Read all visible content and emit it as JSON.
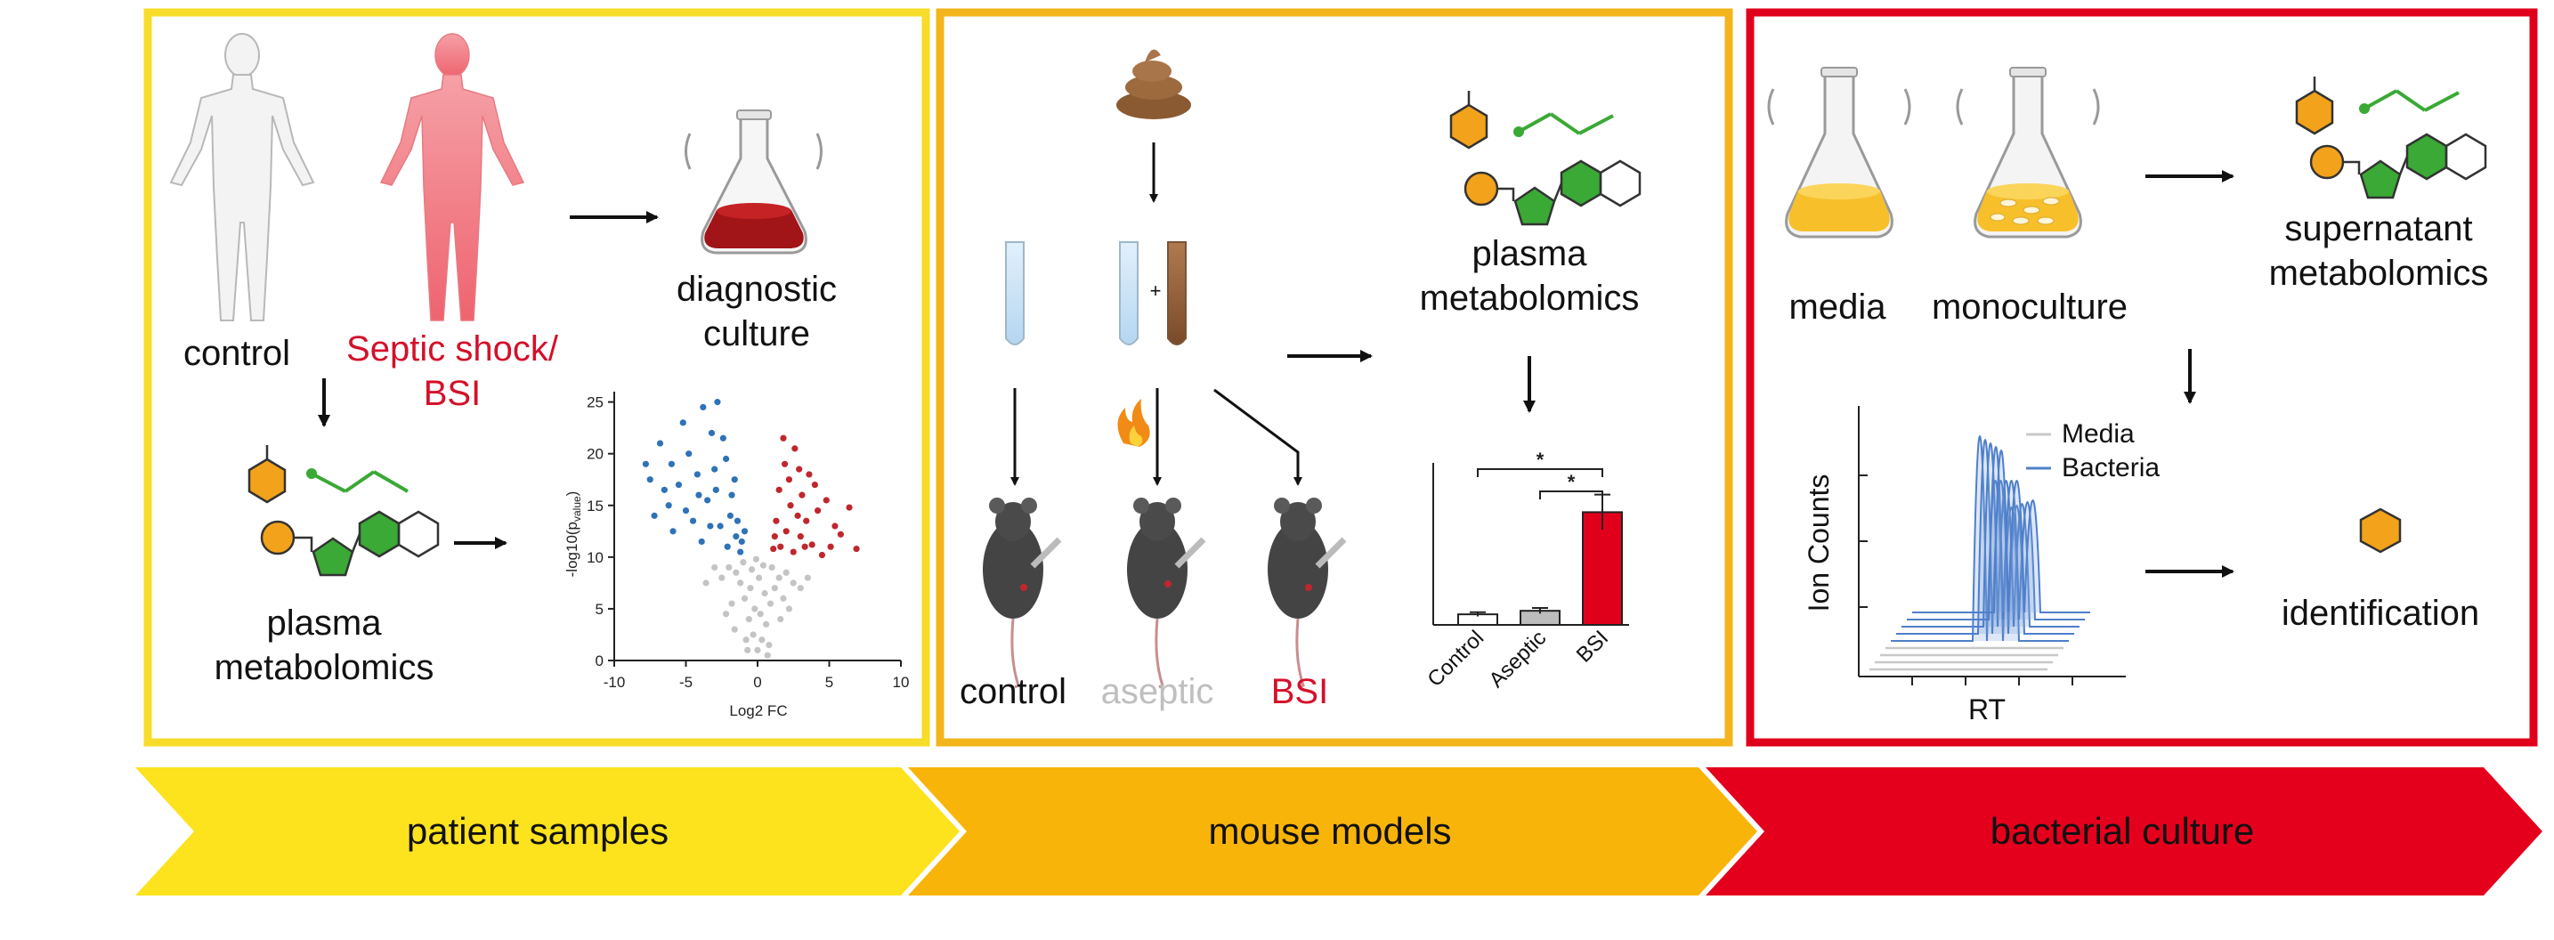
{
  "colors": {
    "patient_yellow": "#f7dc2a",
    "mouse_orange": "#f3b51b",
    "bacterial_red": "#e1001b",
    "arrow_yellow": "#fde21e",
    "arrow_orange": "#f9b409",
    "arrow_red": "#e4001c",
    "septic_text": "#d4102a",
    "aseptic_text": "#bfbfbf",
    "bsi_text": "#d4102a",
    "volcano_blue": "#2f72b8",
    "volcano_red": "#c0272d",
    "volcano_grey": "#c4c4c4",
    "metab_orange": "#f3a21b",
    "metab_green": "#3aa935",
    "bar_red": "#e1001b",
    "media_line": "#c8c8c8",
    "bacteria_line": "#4f7fc9"
  },
  "icons": [
    "human-silhouette-icon",
    "flask-icon",
    "stool-icon",
    "test-tube-icon",
    "flame-icon",
    "mouse-icon",
    "syringe-icon",
    "metabolite-structure-icon"
  ],
  "panel_patient": {
    "label_control": "control",
    "label_septic_line1": "Septic shock/",
    "label_septic_line2": "BSI",
    "label_culture_line1": "diagnostic",
    "label_culture_line2": "culture",
    "label_metab_line1": "plasma",
    "label_metab_line2": "metabolomics"
  },
  "panel_mouse": {
    "label_control": "control",
    "label_aseptic": "aseptic",
    "label_bsi": "BSI",
    "plus_sign": "+",
    "label_metab_line1": "plasma",
    "label_metab_line2": "metabolomics"
  },
  "panel_bacterial": {
    "label_media": "media",
    "label_monoculture": "monoculture",
    "label_super_line1": "supernatant",
    "label_super_line2": "metabolomics",
    "label_identification": "identification"
  },
  "banners": {
    "patient": "patient samples",
    "mouse": "mouse models",
    "bacterial": "bacterial culture"
  },
  "chart_data": [
    {
      "type": "scatter",
      "xlabel": "Log2 FC",
      "ylabel": "-log10(p",
      "ylabel_sub": "value",
      "ylabel_close": ")",
      "xlim": [
        -10,
        10
      ],
      "ylim": [
        0,
        26
      ],
      "xticks": [
        "-10",
        "-5",
        "0",
        "5",
        "10"
      ],
      "yticks": [
        "0",
        "5",
        "10",
        "15",
        "20",
        "25"
      ],
      "series": [
        {
          "color": "blue",
          "points": [
            [
              -7.8,
              19
            ],
            [
              -7.2,
              14
            ],
            [
              -6.5,
              16.5
            ],
            [
              -6.8,
              21
            ],
            [
              -5.5,
              17
            ],
            [
              -5.9,
              12.5
            ],
            [
              -4.8,
              20
            ],
            [
              -5.2,
              23
            ],
            [
              -4.2,
              18
            ],
            [
              -3.8,
              24.5
            ],
            [
              -3.2,
              22
            ],
            [
              -2.8,
              25
            ],
            [
              -3.5,
              15.5
            ],
            [
              -2.2,
              19.5
            ],
            [
              -4.5,
              13.5
            ],
            [
              -3.9,
              11.5
            ],
            [
              -2.6,
              13
            ],
            [
              -1.8,
              16
            ],
            [
              -1.5,
              12
            ],
            [
              -2.1,
              11
            ],
            [
              -1.2,
              10.5
            ],
            [
              -0.9,
              12.5
            ],
            [
              -1.6,
              17.5
            ],
            [
              -3.0,
              18.5
            ],
            [
              -6.2,
              15
            ],
            [
              -5.0,
              14.5
            ],
            [
              -4.1,
              16
            ],
            [
              -2.4,
              21.5
            ],
            [
              -1.9,
              14
            ],
            [
              -1.1,
              11.5
            ],
            [
              -7.5,
              17.5
            ],
            [
              -6.0,
              19
            ],
            [
              -3.3,
              13
            ],
            [
              -2.9,
              16.5
            ],
            [
              -1.4,
              13.5
            ]
          ]
        },
        {
          "color": "red",
          "points": [
            [
              1.8,
              21.5
            ],
            [
              2.2,
              17.5
            ],
            [
              2.6,
              20.5
            ],
            [
              3.1,
              16
            ],
            [
              3.6,
              18
            ],
            [
              4.2,
              14.5
            ],
            [
              4.8,
              15.5
            ],
            [
              5.4,
              13
            ],
            [
              6.4,
              14.8
            ],
            [
              6.9,
              10.8
            ],
            [
              1.3,
              13.5
            ],
            [
              1.6,
              11
            ],
            [
              2.0,
              12.5
            ],
            [
              2.5,
              10.5
            ],
            [
              3.0,
              12
            ],
            [
              3.8,
              11.2
            ],
            [
              4.5,
              10.2
            ],
            [
              5.1,
              11
            ],
            [
              5.8,
              12.2
            ],
            [
              1.1,
              10.8
            ],
            [
              2.8,
              14
            ],
            [
              3.4,
              13.5
            ],
            [
              1.5,
              16.5
            ],
            [
              2.3,
              15
            ],
            [
              4.0,
              17
            ],
            [
              1.9,
              19
            ],
            [
              2.9,
              18.5
            ],
            [
              3.3,
              11
            ],
            [
              1.2,
              12
            ]
          ]
        },
        {
          "color": "grey",
          "points": [
            [
              0,
              1
            ],
            [
              0.3,
              2
            ],
            [
              -0.3,
              2.5
            ],
            [
              0.6,
              3.5
            ],
            [
              -0.6,
              4
            ],
            [
              0.9,
              5.5
            ],
            [
              -0.9,
              6
            ],
            [
              1.2,
              7
            ],
            [
              -1.2,
              7.5
            ],
            [
              1.5,
              8
            ],
            [
              -1.5,
              8.5
            ],
            [
              0.2,
              4.5
            ],
            [
              -0.2,
              5
            ],
            [
              0.5,
              6.5
            ],
            [
              -0.5,
              7
            ],
            [
              1.0,
              9
            ],
            [
              -1.0,
              9.5
            ],
            [
              2.0,
              8.5
            ],
            [
              -2.0,
              9
            ],
            [
              2.5,
              7.5
            ],
            [
              -2.5,
              8
            ],
            [
              3.0,
              7
            ],
            [
              -3.0,
              9
            ],
            [
              0.8,
              1.5
            ],
            [
              -0.8,
              2
            ],
            [
              1.6,
              4
            ],
            [
              -1.6,
              3
            ],
            [
              0.1,
              8
            ],
            [
              -0.1,
              9.8
            ],
            [
              0.4,
              9.2
            ],
            [
              -0.4,
              8.8
            ],
            [
              3.5,
              8
            ],
            [
              -3.6,
              7.5
            ],
            [
              1.8,
              6
            ],
            [
              -1.8,
              5.5
            ],
            [
              0.7,
              0.5
            ],
            [
              -0.7,
              1
            ],
            [
              2.2,
              5
            ],
            [
              -2.2,
              4.5
            ]
          ]
        }
      ]
    },
    {
      "type": "bar",
      "categories": [
        "Control",
        "Aseptic",
        "BSI"
      ],
      "values": [
        1.5,
        2,
        16
      ],
      "errors": [
        0.3,
        0.4,
        2.5
      ],
      "ylim": [
        0,
        23
      ],
      "significance": [
        "*",
        "*"
      ]
    },
    {
      "type": "line",
      "xlabel": "RT",
      "ylabel": "Ion Counts",
      "series": [
        {
          "name": "Media"
        },
        {
          "name": "Bacteria"
        }
      ]
    }
  ]
}
